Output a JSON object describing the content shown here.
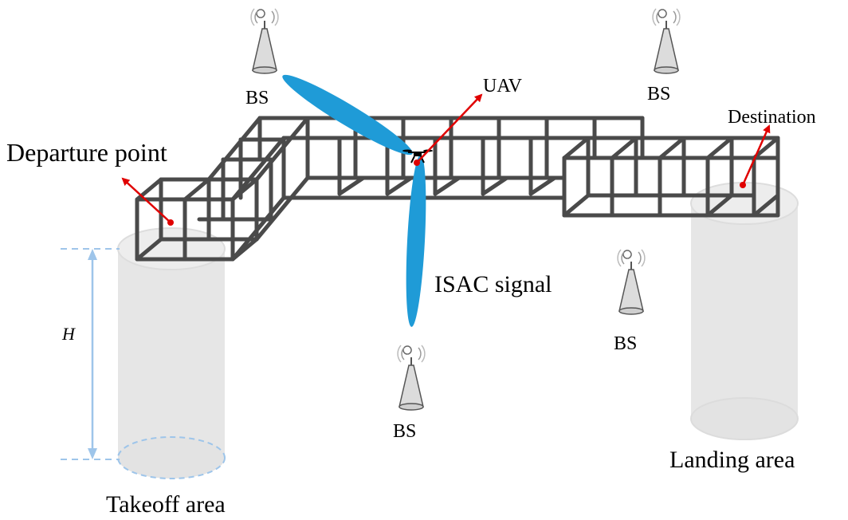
{
  "labels": {
    "departure": "Departure point",
    "destination": "Destination",
    "uav": "UAV",
    "isac": "ISAC signal",
    "bs": "BS",
    "height": "H",
    "takeoff": "Takeoff area",
    "landing": "Landing area"
  },
  "colors": {
    "corridor": "#4a4a4a",
    "beam": "#1f9bd7",
    "pointer": "#e00000",
    "cylinder": "#e6e6e6",
    "dimension": "#9ec5ea"
  },
  "icons": {
    "base_station": "antenna-tower-icon",
    "drone": "quadcopter-icon"
  }
}
